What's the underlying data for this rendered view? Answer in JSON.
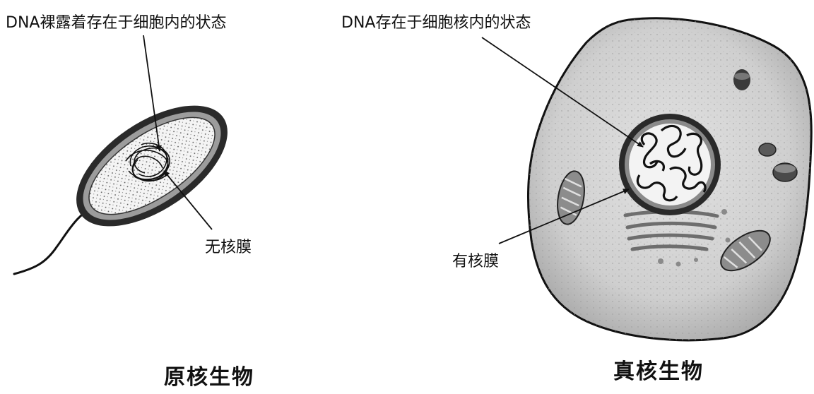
{
  "prokaryote": {
    "dna_label": "DNA裸露着存在于细胞内的状态",
    "membrane_label": "无核膜",
    "caption": "原核生物"
  },
  "eukaryote": {
    "dna_label": "DNA存在于细胞核内的状态",
    "membrane_label": "有核膜",
    "caption": "真核生物"
  }
}
